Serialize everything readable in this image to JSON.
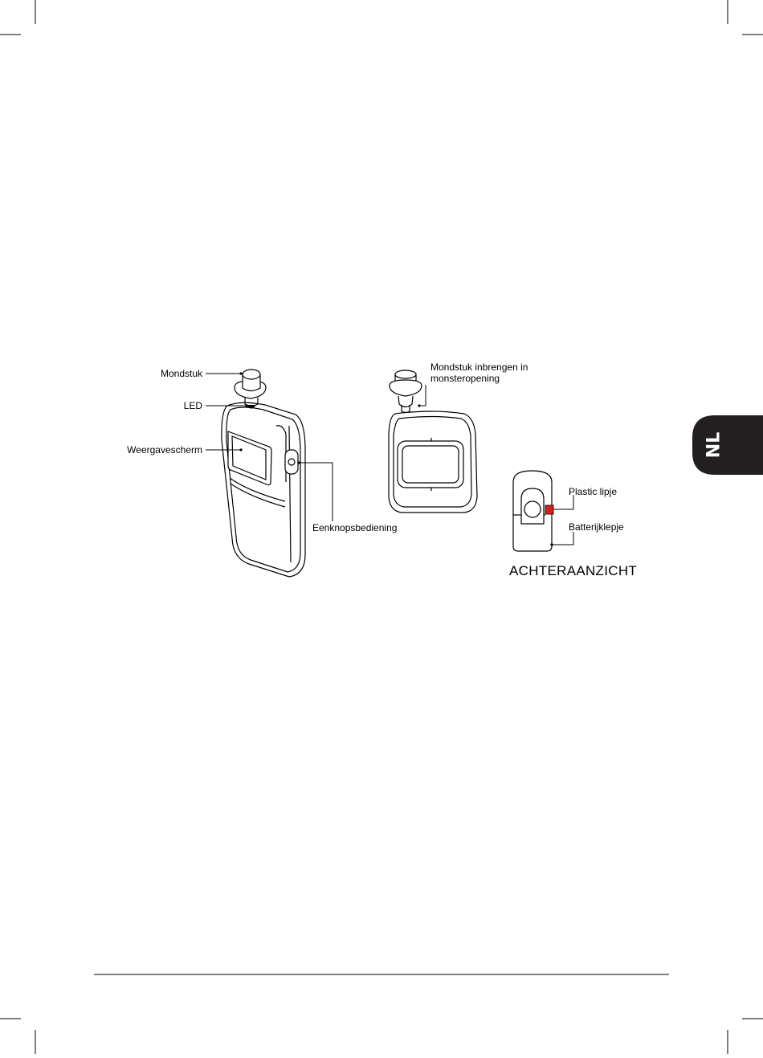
{
  "language_tab": "NL",
  "diagram": {
    "front_view": {
      "mouthpiece_label": "Mondstuk",
      "led_label": "LED",
      "display_label": "Weergavescherm",
      "button_label": "Eenknopsbediening"
    },
    "insert_view": {
      "instruction_line1": "Mondstuk inbrengen in",
      "instruction_line2": "monsteropening"
    },
    "rear_view": {
      "plastic_tab_label": "Plastic lipje",
      "battery_cover_label": "Batterijklepje",
      "title": "ACHTERAANZICHT",
      "tab_color": "#d42020"
    }
  }
}
